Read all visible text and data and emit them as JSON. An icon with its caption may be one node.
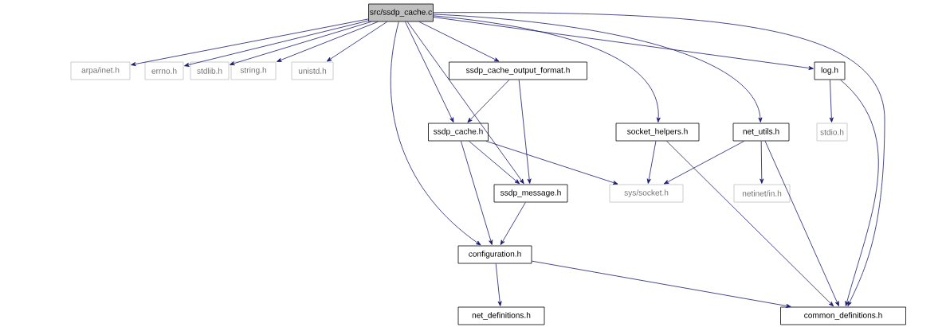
{
  "diagram": {
    "nodes": [
      {
        "text": [
          "src/ssdp_cache.c"
        ]
      },
      {
        "text": [
          "arpa/inet.h"
        ]
      },
      {
        "text": [
          "errno.h"
        ]
      },
      {
        "text": [
          "stdlib.h"
        ]
      },
      {
        "text": [
          "string.h"
        ]
      },
      {
        "text": [
          "unistd.h"
        ]
      },
      {
        "text": [
          "ssdp_cache_output_format.h"
        ]
      },
      {
        "text": [
          "log.h"
        ]
      },
      {
        "text": [
          "ssdp_cache.h"
        ]
      },
      {
        "text": [
          "socket_helpers.h"
        ]
      },
      {
        "text": [
          "net_utils.h"
        ]
      },
      {
        "text": [
          "stdio.h"
        ]
      },
      {
        "text": [
          "ssdp_message.h"
        ]
      },
      {
        "text": [
          "sys/socket.h"
        ]
      },
      {
        "text": [
          "netinet/in.h"
        ]
      },
      {
        "text": [
          "configuration.h"
        ]
      },
      {
        "text": [
          "net_definitions.h"
        ]
      },
      {
        "text": [
          "common_definitions.h"
        ]
      }
    ],
    "edges": [
      {
        "from": 0,
        "to": 1,
        "arrow": "to"
      },
      {
        "from": 0,
        "to": 2,
        "arrow": "to"
      },
      {
        "from": 0,
        "to": 3,
        "arrow": "to"
      },
      {
        "from": 0,
        "to": 4,
        "arrow": "to"
      },
      {
        "from": 0,
        "to": 5,
        "arrow": "to"
      },
      {
        "from": 0,
        "to": 6,
        "arrow": "to"
      },
      {
        "from": 0,
        "to": 7,
        "arrow": "to"
      },
      {
        "from": 0,
        "to": 8,
        "arrow": "to"
      },
      {
        "from": 0,
        "to": 9,
        "arrow": "to"
      },
      {
        "from": 0,
        "to": 10,
        "arrow": "to"
      },
      {
        "from": 0,
        "to": 12,
        "arrow": "to"
      },
      {
        "from": 0,
        "to": 15,
        "arrow": "to"
      },
      {
        "from": 0,
        "to": 17,
        "arrow": "to"
      },
      {
        "from": 6,
        "to": 8,
        "arrow": "to"
      },
      {
        "from": 6,
        "to": 12,
        "arrow": "to"
      },
      {
        "from": 7,
        "to": 11,
        "arrow": "to"
      },
      {
        "from": 7,
        "to": 17,
        "arrow": "to"
      },
      {
        "from": 8,
        "to": 12,
        "arrow": "to"
      },
      {
        "from": 8,
        "to": 13,
        "arrow": "to"
      },
      {
        "from": 8,
        "to": 15,
        "arrow": "to"
      },
      {
        "from": 9,
        "to": 13,
        "arrow": "to"
      },
      {
        "from": 9,
        "to": 17,
        "arrow": "to"
      },
      {
        "from": 10,
        "to": 13,
        "arrow": "to"
      },
      {
        "from": 10,
        "to": 14,
        "arrow": "to"
      },
      {
        "from": 10,
        "to": 17,
        "arrow": "to"
      },
      {
        "from": 12,
        "to": 15,
        "arrow": "to"
      },
      {
        "from": 15,
        "to": 16,
        "arrow": "to"
      },
      {
        "from": 15,
        "to": 17,
        "arrow": "to"
      }
    ]
  }
}
